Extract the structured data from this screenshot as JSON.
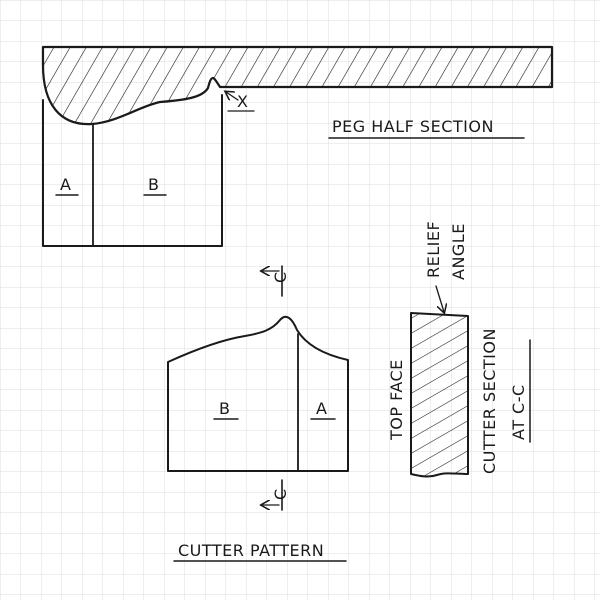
{
  "labels": {
    "peg_half_section": "PEG HALF SECTION",
    "x_mark": "X",
    "peg_a": "A",
    "peg_b": "B",
    "cutter_b": "B",
    "cutter_a": "A",
    "c_top": "C",
    "c_bottom": "C",
    "cutter_pattern": "CUTTER PATTERN",
    "relief": "RELIEF",
    "angle": "ANGLE",
    "top_face": "TOP FACE",
    "cutter_section": "CUTTER SECTION",
    "at_c_c": "AT C-C"
  },
  "colors": {
    "ink": "#1a1a1a",
    "grid": "#dcdcdc",
    "paper": "#ffffff"
  }
}
